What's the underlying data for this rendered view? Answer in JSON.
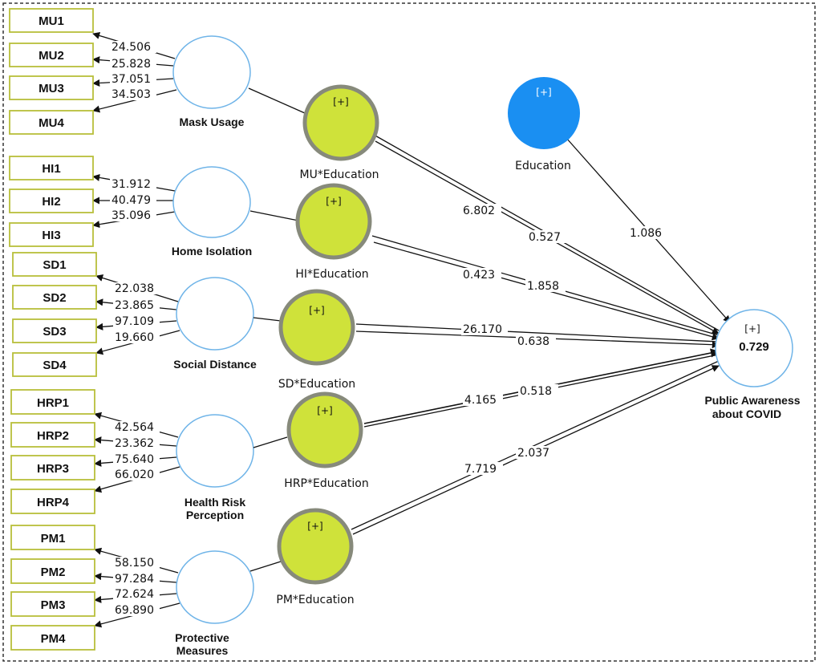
{
  "constructs": [
    {
      "id": "mu",
      "label": [
        "Mask Usage"
      ],
      "indicators": [
        {
          "name": "MU1",
          "loading": "24.506"
        },
        {
          "name": "MU2",
          "loading": "25.828"
        },
        {
          "name": "MU3",
          "loading": "37.051"
        },
        {
          "name": "MU4",
          "loading": "34.503"
        }
      ]
    },
    {
      "id": "hi",
      "label": [
        "Home Isolation"
      ],
      "indicators": [
        {
          "name": "HI1",
          "loading": "31.912"
        },
        {
          "name": "HI2",
          "loading": "40.479"
        },
        {
          "name": "HI3",
          "loading": "35.096"
        }
      ]
    },
    {
      "id": "sd",
      "label": [
        "Social Distance"
      ],
      "indicators": [
        {
          "name": "SD1",
          "loading": "22.038"
        },
        {
          "name": "SD2",
          "loading": "23.865"
        },
        {
          "name": "SD3",
          "loading": "97.109"
        },
        {
          "name": "SD4",
          "loading": "19.660"
        }
      ]
    },
    {
      "id": "hrp",
      "label": [
        "Health Risk",
        "Perception"
      ],
      "indicators": [
        {
          "name": "HRP1",
          "loading": "42.564"
        },
        {
          "name": "HRP2",
          "loading": "23.362"
        },
        {
          "name": "HRP3",
          "loading": "75.640"
        },
        {
          "name": "HRP4",
          "loading": "66.020"
        }
      ]
    },
    {
      "id": "pm",
      "label": [
        "Protective",
        "Measures"
      ],
      "indicators": [
        {
          "name": "PM1",
          "loading": "58.150"
        },
        {
          "name": "PM2",
          "loading": "97.284"
        },
        {
          "name": "PM3",
          "loading": "72.624"
        },
        {
          "name": "PM4",
          "loading": "69.890"
        }
      ]
    }
  ],
  "moderators": [
    {
      "id": "mu",
      "label": "MU*Education",
      "plus": "[+]",
      "path_direct": "6.802",
      "path_moderator": "0.527"
    },
    {
      "id": "hi",
      "label": "HI*Education",
      "plus": "[+]",
      "path_direct": "0.423",
      "path_moderator": "1.858"
    },
    {
      "id": "sd",
      "label": "SD*Education",
      "plus": "[+]",
      "path_direct": "26.170",
      "path_moderator": "0.638"
    },
    {
      "id": "hrp",
      "label": "HRP*Education",
      "plus": "[+]",
      "path_direct": "4.165",
      "path_moderator": "0.518"
    },
    {
      "id": "pm",
      "label": "PM*Education",
      "plus": "[+]",
      "path_direct": "7.719",
      "path_moderator": "2.037"
    }
  ],
  "education": {
    "label": "Education",
    "plus": "[+]",
    "path": "1.086"
  },
  "outcome": {
    "label": [
      "Public Awareness",
      "about COVID"
    ],
    "plus": "[+]",
    "r2": "0.729"
  },
  "colors": {
    "moderator_fill": "#cfe23a",
    "moderator_ring": "#878a7b",
    "education_fill": "#1a8ff2",
    "indicator_border": "#b8bf3a",
    "construct_border": "#6fb4e8",
    "frame": "#333333"
  }
}
